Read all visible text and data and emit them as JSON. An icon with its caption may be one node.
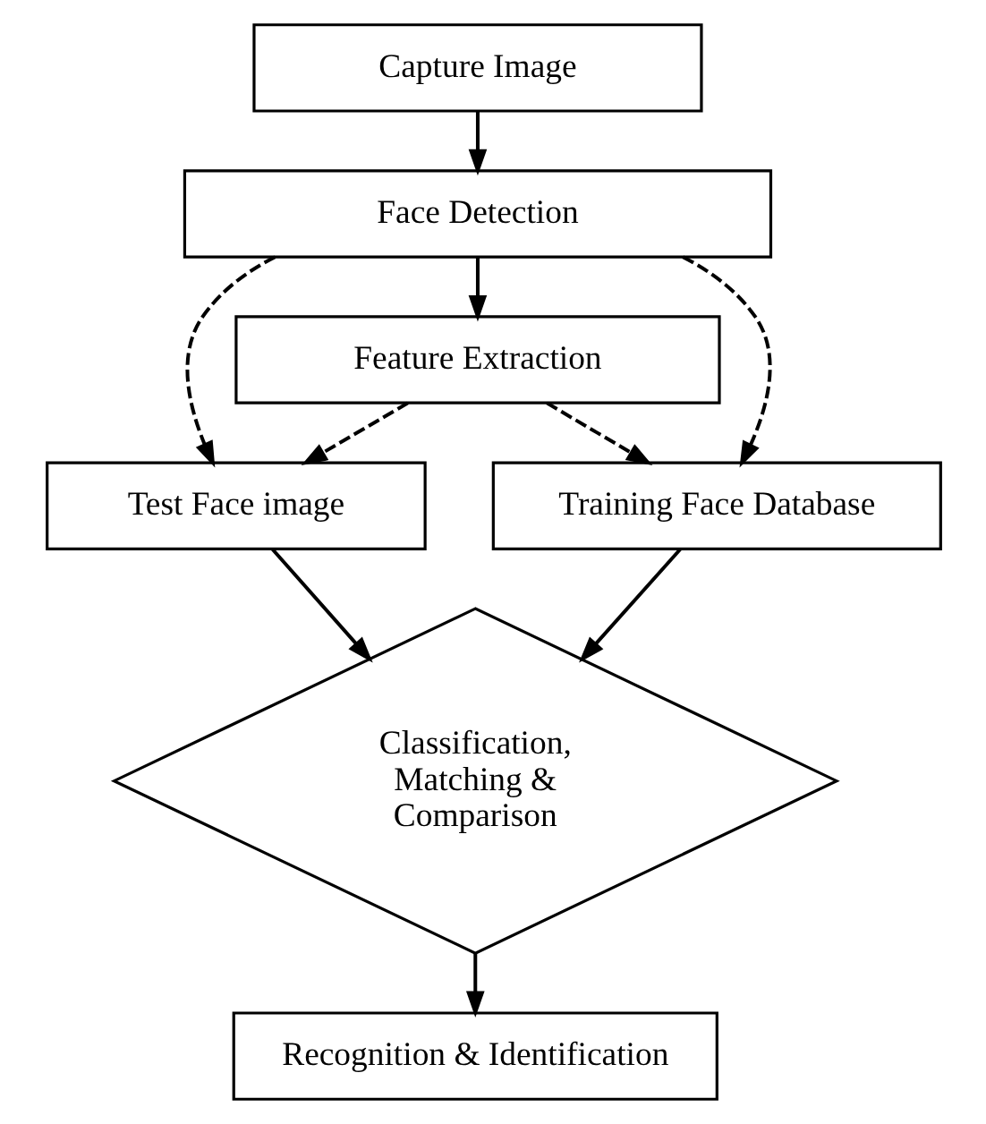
{
  "diagram": {
    "nodes": [
      {
        "text": [
          "Capture Image"
        ]
      },
      {
        "text": [
          "Face Detection"
        ]
      },
      {
        "text": [
          "Feature Extraction"
        ]
      },
      {
        "text": [
          "Test Face image"
        ]
      },
      {
        "text": [
          "Training Face Database"
        ]
      },
      {
        "text": [
          "Classification, Matching & Comparison"
        ]
      },
      {
        "text": [
          "Recognition & Identification"
        ]
      }
    ],
    "edges": [
      {
        "from": 0,
        "to": 1,
        "arrow": "to"
      },
      {
        "from": 1,
        "to": 2,
        "arrow": "to"
      },
      {
        "from": 1,
        "to": 3,
        "arrow": "to",
        "style": "dashed"
      },
      {
        "from": 2,
        "to": 3,
        "arrow": "to",
        "style": "dashed"
      },
      {
        "from": 2,
        "to": 4,
        "arrow": "to",
        "style": "dashed"
      },
      {
        "from": 1,
        "to": 4,
        "arrow": "to",
        "style": "dashed"
      },
      {
        "from": 3,
        "to": 5,
        "arrow": "to"
      },
      {
        "from": 4,
        "to": 5,
        "arrow": "to"
      },
      {
        "from": 5,
        "to": 6,
        "arrow": "to"
      }
    ]
  }
}
